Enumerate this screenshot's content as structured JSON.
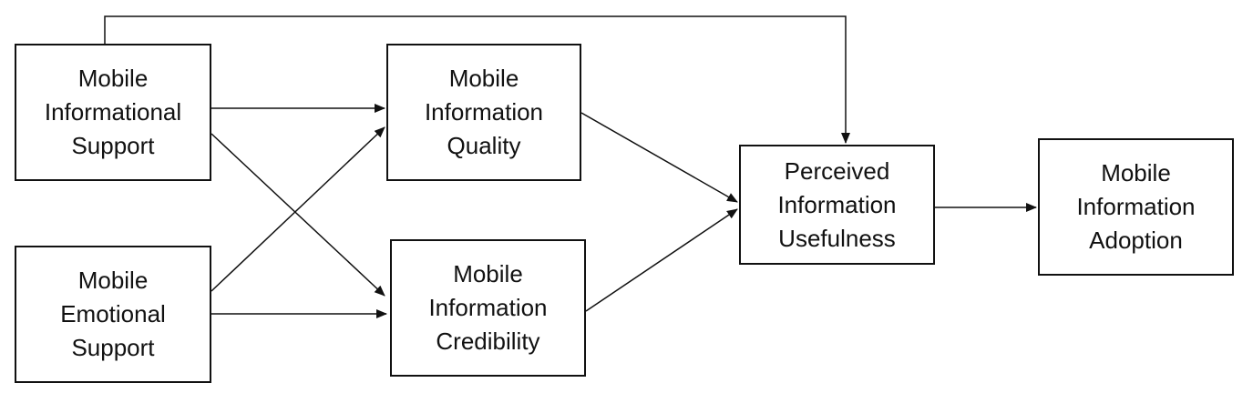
{
  "diagram": {
    "line_color": "#111111",
    "nodes": [
      {
        "id": "mis",
        "lines": [
          "Mobile",
          "Informational",
          "Support"
        ]
      },
      {
        "id": "mes",
        "lines": [
          "Mobile",
          "Emotional",
          "Support"
        ]
      },
      {
        "id": "miq",
        "lines": [
          "Mobile",
          "Information",
          "Quality"
        ]
      },
      {
        "id": "mic",
        "lines": [
          "Mobile",
          "Information",
          "Credibility"
        ]
      },
      {
        "id": "piu",
        "lines": [
          "Perceived",
          "Information",
          "Usefulness"
        ]
      },
      {
        "id": "mia",
        "lines": [
          "Mobile",
          "Information",
          "Adoption"
        ]
      }
    ],
    "edges": [
      {
        "from": "mis",
        "to": "miq"
      },
      {
        "from": "mis",
        "to": "mic"
      },
      {
        "from": "mes",
        "to": "miq"
      },
      {
        "from": "mes",
        "to": "mic"
      },
      {
        "from": "miq",
        "to": "piu"
      },
      {
        "from": "mic",
        "to": "piu"
      },
      {
        "from": "mis",
        "to": "piu"
      },
      {
        "from": "piu",
        "to": "mia"
      }
    ]
  }
}
